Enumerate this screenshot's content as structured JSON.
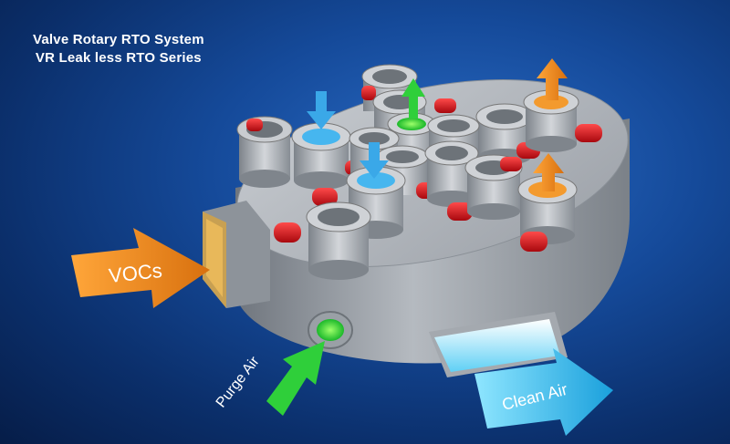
{
  "title": {
    "line1": "Valve Rotary RTO System",
    "line2": "VR Leak less RTO Series"
  },
  "labels": {
    "vocs": "VOCs",
    "purge_air": "Purge Air",
    "clean_air": "Clean Air"
  },
  "colors": {
    "vocs_arrow": "#f08a1c",
    "purge_arrow": "#2fcf3a",
    "clean_arrow": "#28b8e8",
    "up_arrow_orange": "#f08a1c",
    "up_arrow_green": "#2fcf3a",
    "down_arrow_blue": "#3aa8e8",
    "housing": "#9aa0a8",
    "actuator": "#d81a22"
  }
}
